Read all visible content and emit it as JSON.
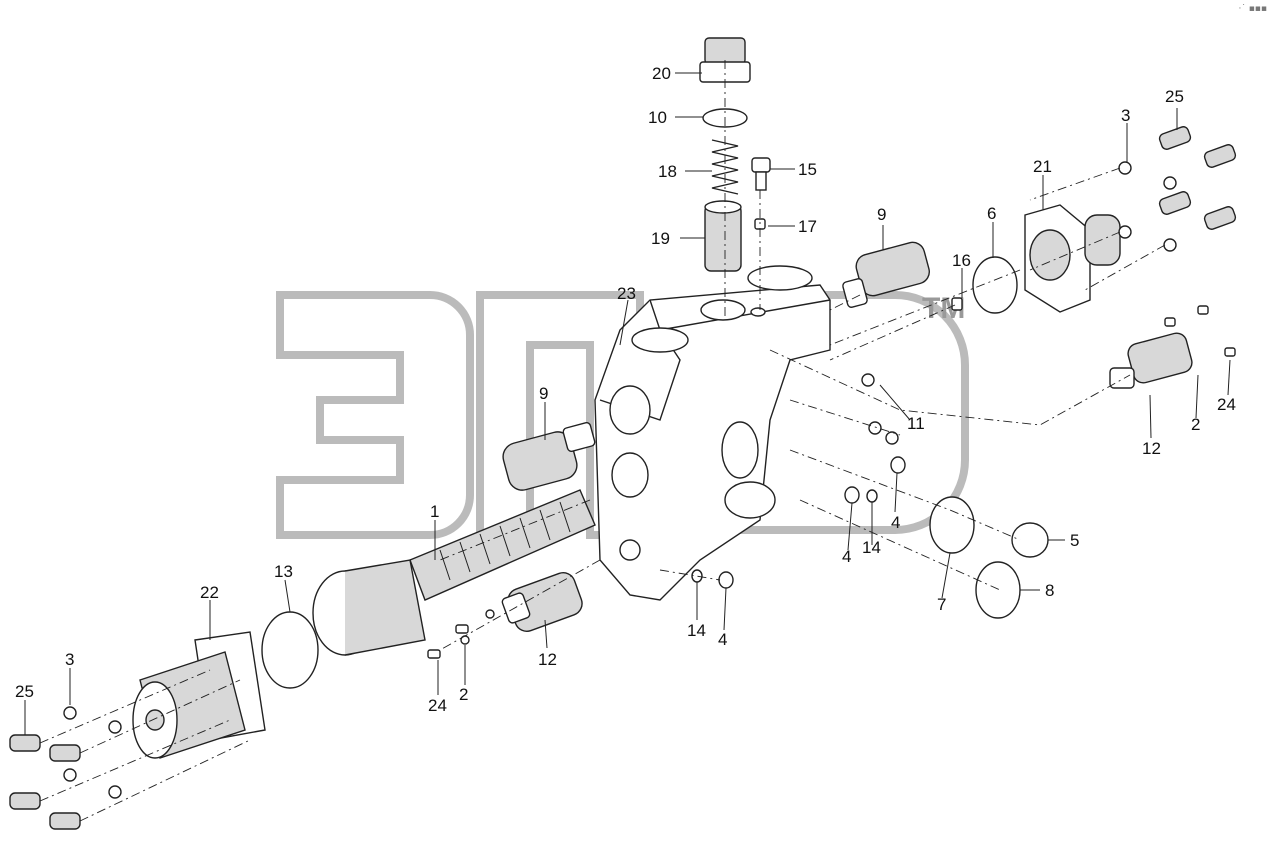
{
  "corner_mark": "·˙ ▪▪▪",
  "watermark_text": "ЭПБ",
  "watermark_tm": "TM",
  "callouts": [
    "20",
    "10",
    "18",
    "15",
    "19",
    "17",
    "9",
    "23",
    "9",
    "1",
    "12",
    "13",
    "22",
    "3",
    "25",
    "24",
    "2",
    "14",
    "4",
    "16",
    "6",
    "21",
    "3",
    "25",
    "11",
    "4",
    "4",
    "14",
    "5",
    "7",
    "8",
    "12",
    "2",
    "24"
  ],
  "colors": {
    "line": "#222222",
    "watermark": "#bbbbbb",
    "shade": "#d8d8d8"
  }
}
